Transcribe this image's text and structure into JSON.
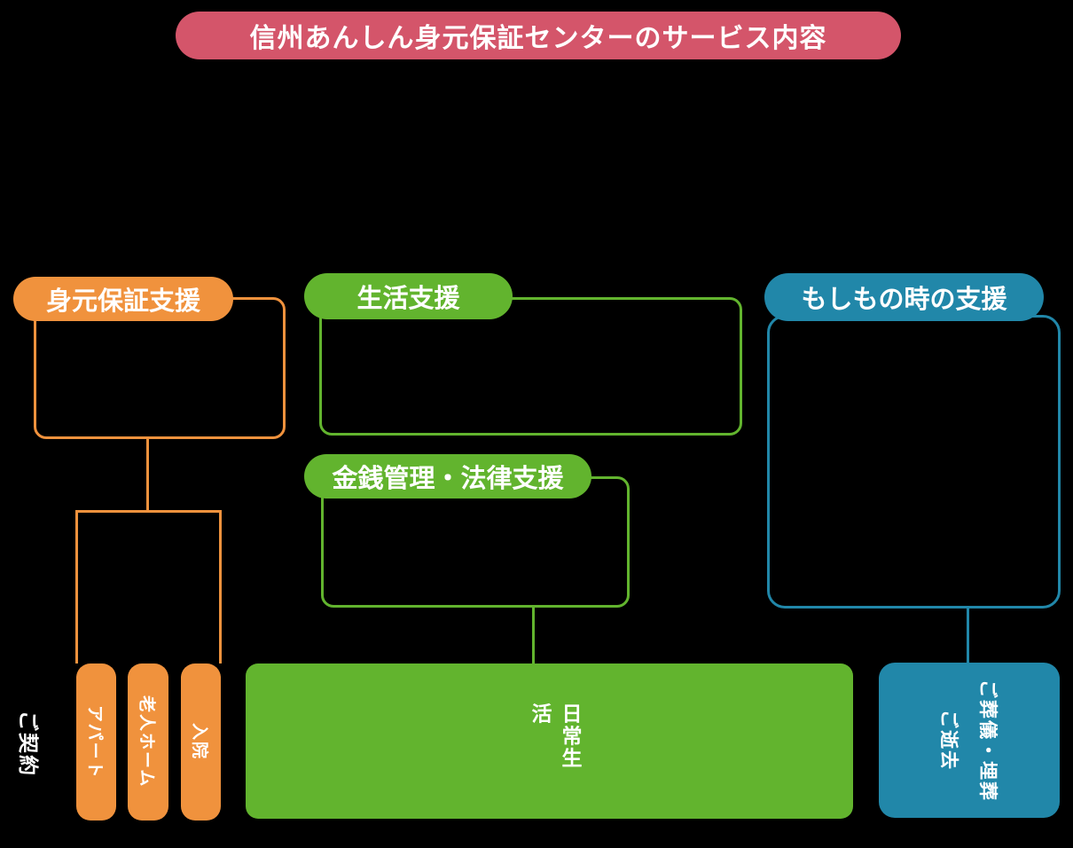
{
  "title": "信州あんしん身元保証センターのサービス内容",
  "colors": {
    "title_red": "#d4556a",
    "identity_orange": "#f0923d",
    "life_green": "#62b42e",
    "emergency_blue": "#2187a9",
    "text_white": "#ffffff",
    "background": "#000000"
  },
  "sections": {
    "identity": {
      "label": "身元保証支援"
    },
    "life": {
      "label": "生活支援"
    },
    "money_legal": {
      "label": "金銭管理・法律支援"
    },
    "emergency": {
      "label": "もしもの時の支援"
    }
  },
  "timeline": {
    "contract_label": "ご契約",
    "residence_pills": [
      {
        "label": "アパート"
      },
      {
        "label": "老人ホーム"
      },
      {
        "label": "入院"
      }
    ],
    "daily_life_label": "日常生活",
    "passing": {
      "line1": "ご葬儀・埋葬",
      "line2": "ご逝去"
    }
  }
}
